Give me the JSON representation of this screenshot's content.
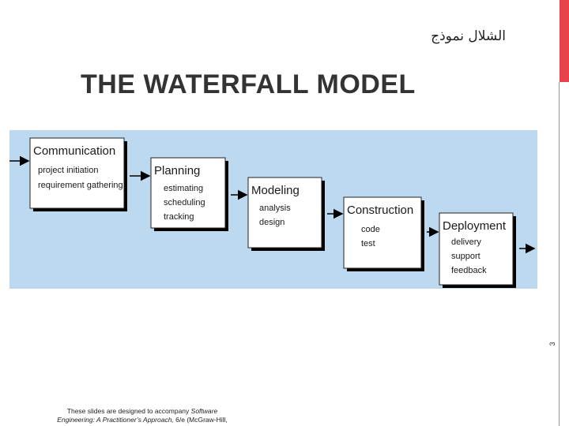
{
  "colors": {
    "accent": "#e8424a",
    "diagram_bg": "#bcd9ef",
    "box_fill": "#ffffff",
    "box_shadow": "#000000"
  },
  "header": {
    "arabic_title": "الشلال نموذج",
    "title": "THE WATERFALL MODEL"
  },
  "page_number": "3",
  "diagram": {
    "phases": [
      {
        "title": "Communication",
        "tasks": [
          "project  initiation",
          "requirement  gathering"
        ]
      },
      {
        "title": "Planning",
        "tasks": [
          "estimating",
          "scheduling",
          "tracking"
        ]
      },
      {
        "title": "Modeling",
        "tasks": [
          "analysis",
          "design"
        ]
      },
      {
        "title": "Construction",
        "tasks": [
          "code",
          "test"
        ]
      },
      {
        "title": "Deployment",
        "tasks": [
          "delivery",
          "support",
          "feedback"
        ]
      }
    ]
  },
  "footer": {
    "line1_prefix": "These slides are designed to accompany ",
    "line1_italic": "Software",
    "line2_italic": "Engineering: A Practitioner’s Approach,",
    "line2_suffix": " 6/e (McGraw-Hill,"
  }
}
